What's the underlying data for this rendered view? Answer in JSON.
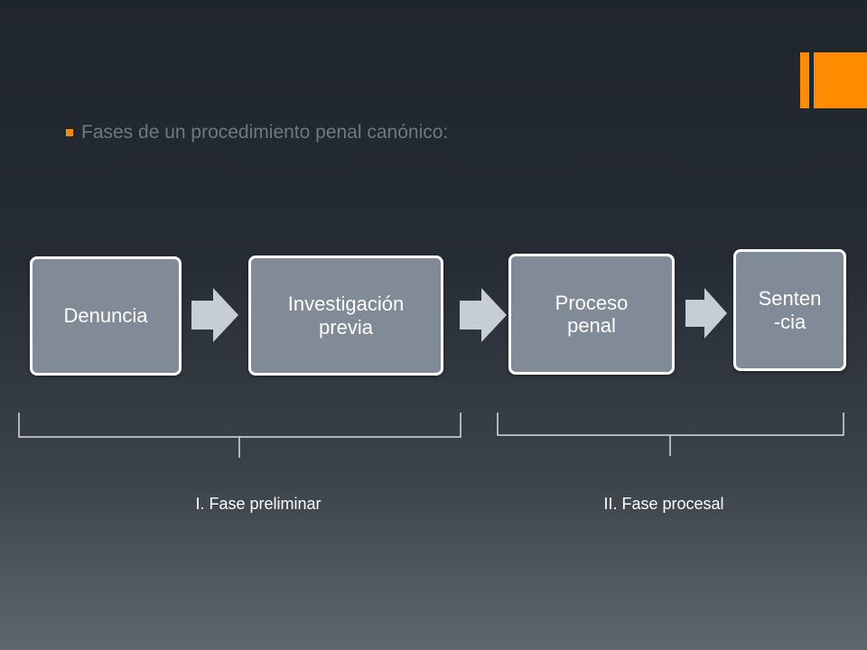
{
  "colors": {
    "accent": "#ff8c00",
    "box_fill": "#818a97",
    "box_border": "#ffffff",
    "arrow_fill": "#c7cdd4",
    "brace_color": "#d9dde1",
    "bullet": "#ff8c00"
  },
  "header": {
    "bullet_text": "Fases de un procedimiento penal canónico:"
  },
  "diagram": {
    "steps": [
      {
        "label": "Denuncia"
      },
      {
        "label": "Investigación\nprevia"
      },
      {
        "label": "Proceso\npenal"
      },
      {
        "label": "Senten\n-cia"
      }
    ],
    "phases": [
      {
        "label": "I. Fase preliminar"
      },
      {
        "label": "II. Fase procesal"
      }
    ]
  }
}
